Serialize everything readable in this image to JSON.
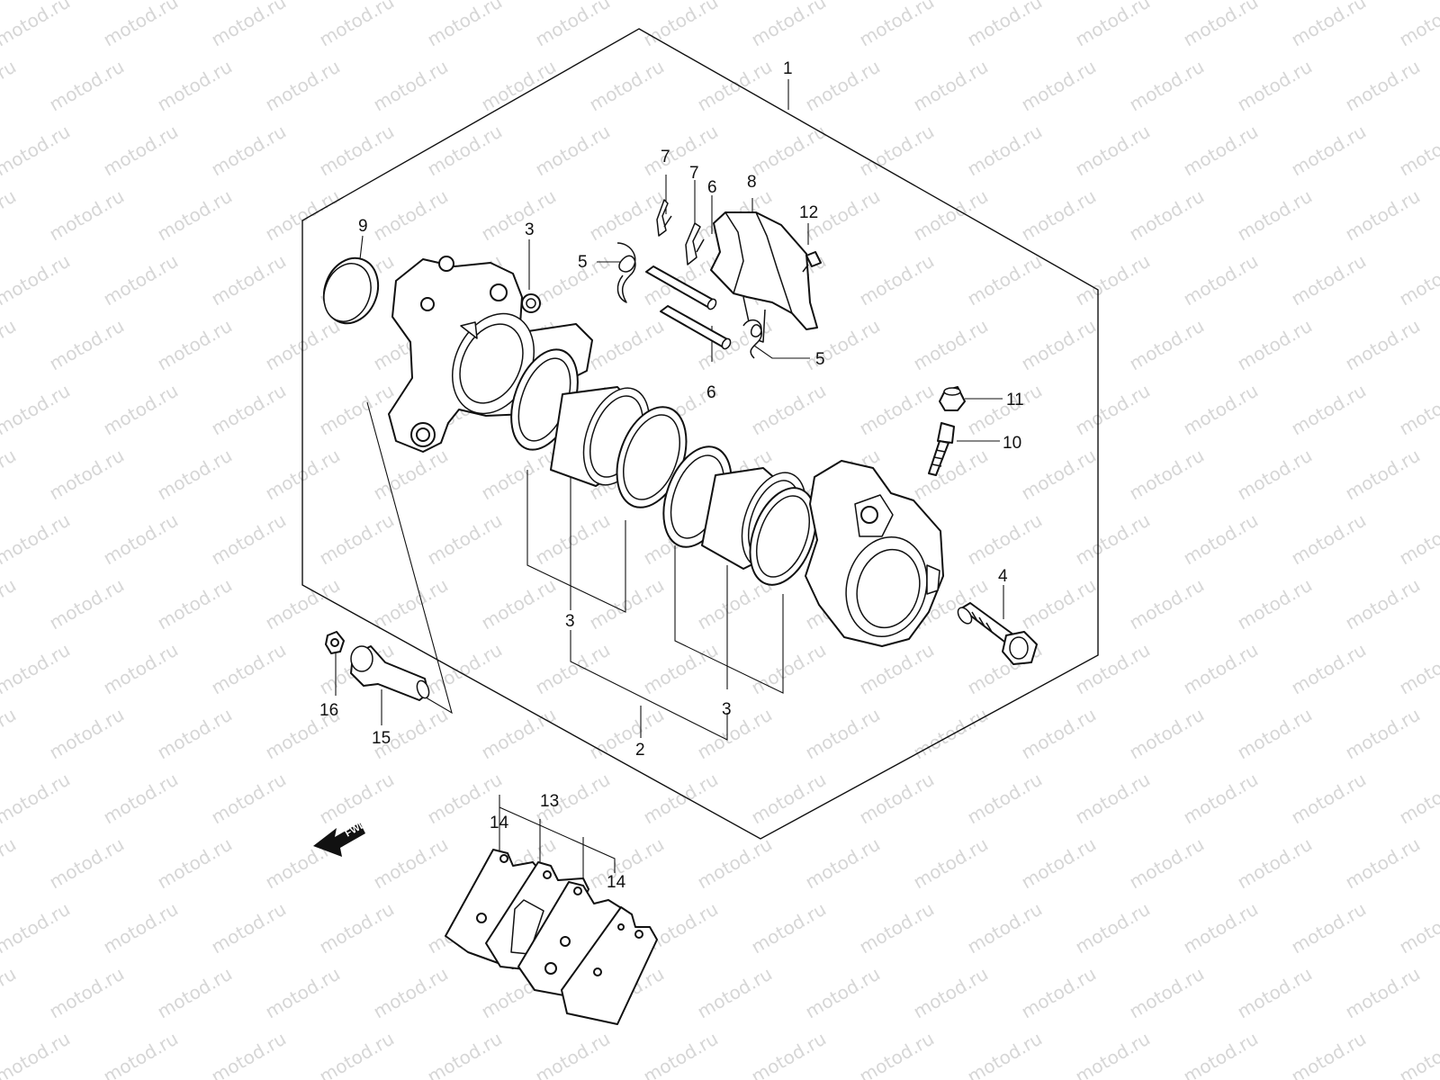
{
  "watermark": {
    "text": "motod.ru"
  },
  "fwd_label": "FWD",
  "callouts": {
    "c1": "1",
    "c2": "2",
    "c3a": "3",
    "c3b": "3",
    "c3c": "3",
    "c4": "4",
    "c5a": "5",
    "c5b": "5",
    "c6a": "6",
    "c6b": "6",
    "c7a": "7",
    "c7b": "7",
    "c8": "8",
    "c9": "9",
    "c10": "10",
    "c11": "11",
    "c12": "12",
    "c13": "13",
    "c14a": "14",
    "c14b": "14",
    "c15": "15",
    "c16": "16"
  }
}
